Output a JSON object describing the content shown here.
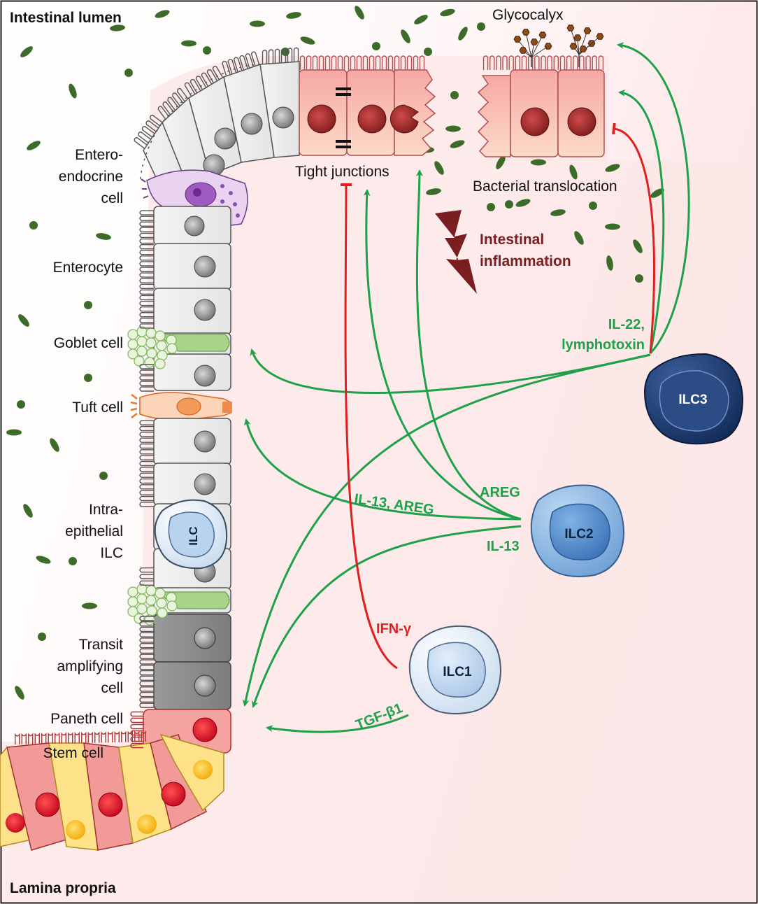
{
  "regions": {
    "top": "Intestinal lumen",
    "bottom": "Lamina propria"
  },
  "epithelium_labels": {
    "glycocalyx": "Glycocalyx",
    "tight_junctions": "Tight junctions",
    "bacterial_translocation": "Bacterial translocation",
    "inflammation_line1": "Intestinal",
    "inflammation_line2": "inflammation"
  },
  "cell_labels": {
    "enteroendocrine_1": "Entero-",
    "enteroendocrine_2": "endocrine",
    "enteroendocrine_3": "cell",
    "enterocyte": "Enterocyte",
    "goblet": "Goblet  cell",
    "tuft": "Tuft  cell",
    "ie_ilc_1": "Intra-",
    "ie_ilc_2": "epithelial",
    "ie_ilc_3": "ILC",
    "transit_1": "Transit",
    "transit_2": "amplifying",
    "transit_3": "cell",
    "paneth": "Paneth cell",
    "stem": "Stem cell"
  },
  "ilcs": {
    "ilc": "ILC",
    "ilc1": "ILC1",
    "ilc2": "ILC2",
    "ilc3": "ILC3"
  },
  "mediators": {
    "il22_1": "IL-22,",
    "il22_2": "lymphotoxin",
    "areg": "AREG",
    "il13_areg": "IL-13, AREG",
    "il13": "IL-13",
    "ifng": "IFN-γ",
    "tgfb1": "TGF-β1"
  },
  "colors": {
    "background_lumen": "#ffffff",
    "background_tissue": "#fde8e9",
    "promote_arrow": "#1fa04a",
    "inhibit_arrow": "#e0201e",
    "inflammation": "#7a1e22",
    "bacteria": "#3d6b2a",
    "ilc3": "#1f3d73",
    "ilc2": "#6fa8dc",
    "ilc1": "#cfe0f3"
  }
}
